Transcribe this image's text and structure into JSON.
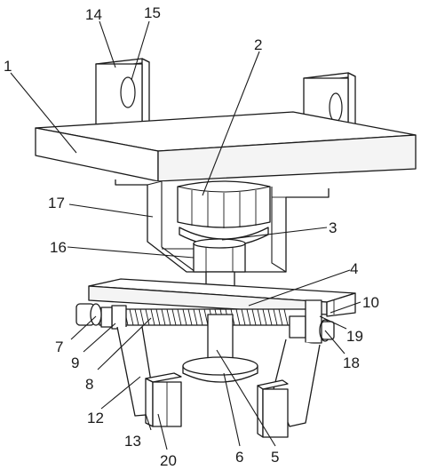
{
  "callouts": {
    "c1": "1",
    "c2": "2",
    "c3": "3",
    "c4": "4",
    "c5": "5",
    "c6": "6",
    "c7": "7",
    "c8": "8",
    "c9": "9",
    "c10": "10",
    "c12": "12",
    "c13": "13",
    "c14": "14",
    "c15": "15",
    "c16": "16",
    "c17": "17",
    "c18": "18",
    "c19": "19",
    "c20": "20"
  },
  "colors": {
    "line": "#1a1a1a",
    "background": "#ffffff"
  }
}
